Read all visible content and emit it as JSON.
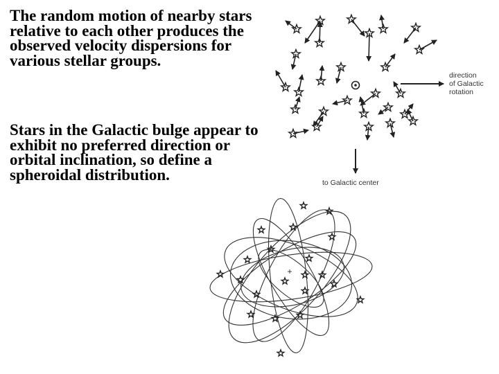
{
  "text": {
    "paragraph_1": "The random motion of nearby stars relative to each other produces the observed velocity dispersions for various stellar groups.",
    "paragraph_2": "Stars in the Galactic bulge appear to exhibit no preferred direction or orbital inclination, so define a spheroidal distribution."
  },
  "labels": {
    "galactic_rotation": "direction\nof Galactic\nrotation",
    "galactic_center": "to Galactic center",
    "bulge_center_marker": "+"
  },
  "colors": {
    "text": "#000000",
    "line": "#222222",
    "label": "#333333"
  },
  "icons": [
    "star-icon",
    "sun-symbol-icon",
    "arrow-icon"
  ]
}
